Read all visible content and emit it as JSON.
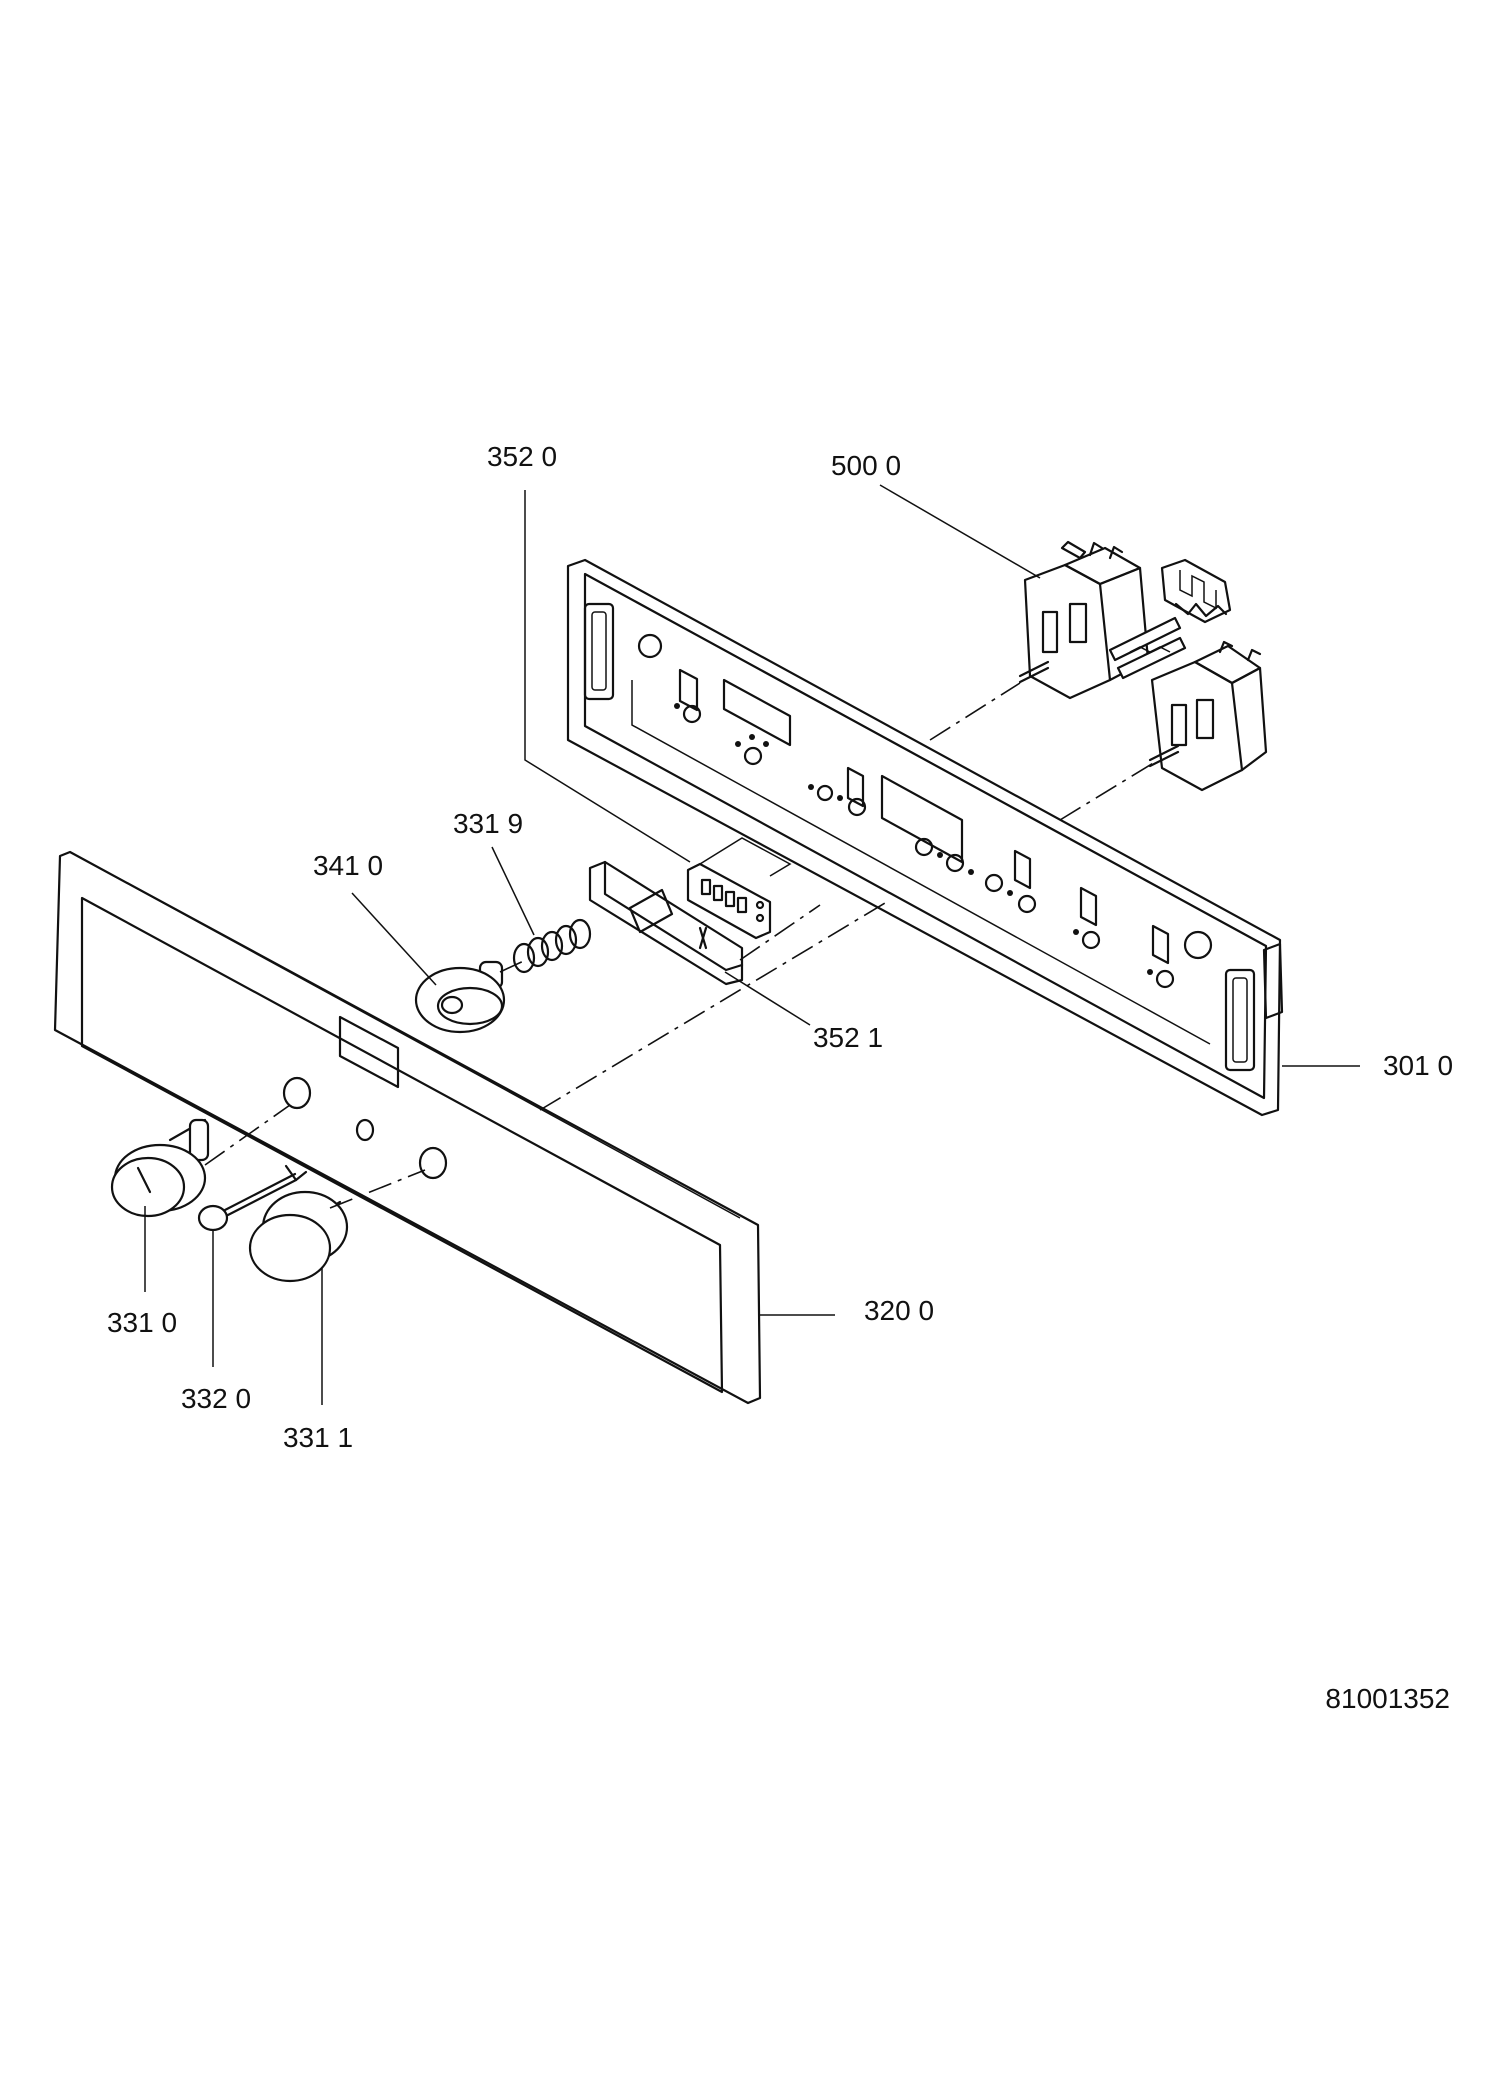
{
  "diagram": {
    "drawing_number": "81001352",
    "callouts": [
      {
        "id": "352-0",
        "label": "352 0"
      },
      {
        "id": "500-0",
        "label": "500 0"
      },
      {
        "id": "331-9",
        "label": "331 9"
      },
      {
        "id": "341-0",
        "label": "341 0"
      },
      {
        "id": "352-1",
        "label": "352 1"
      },
      {
        "id": "301-0",
        "label": "301 0"
      },
      {
        "id": "320-0",
        "label": "320 0"
      },
      {
        "id": "331-0",
        "label": "331 0"
      },
      {
        "id": "332-0",
        "label": "332 0"
      },
      {
        "id": "331-1",
        "label": "331 1"
      }
    ]
  }
}
